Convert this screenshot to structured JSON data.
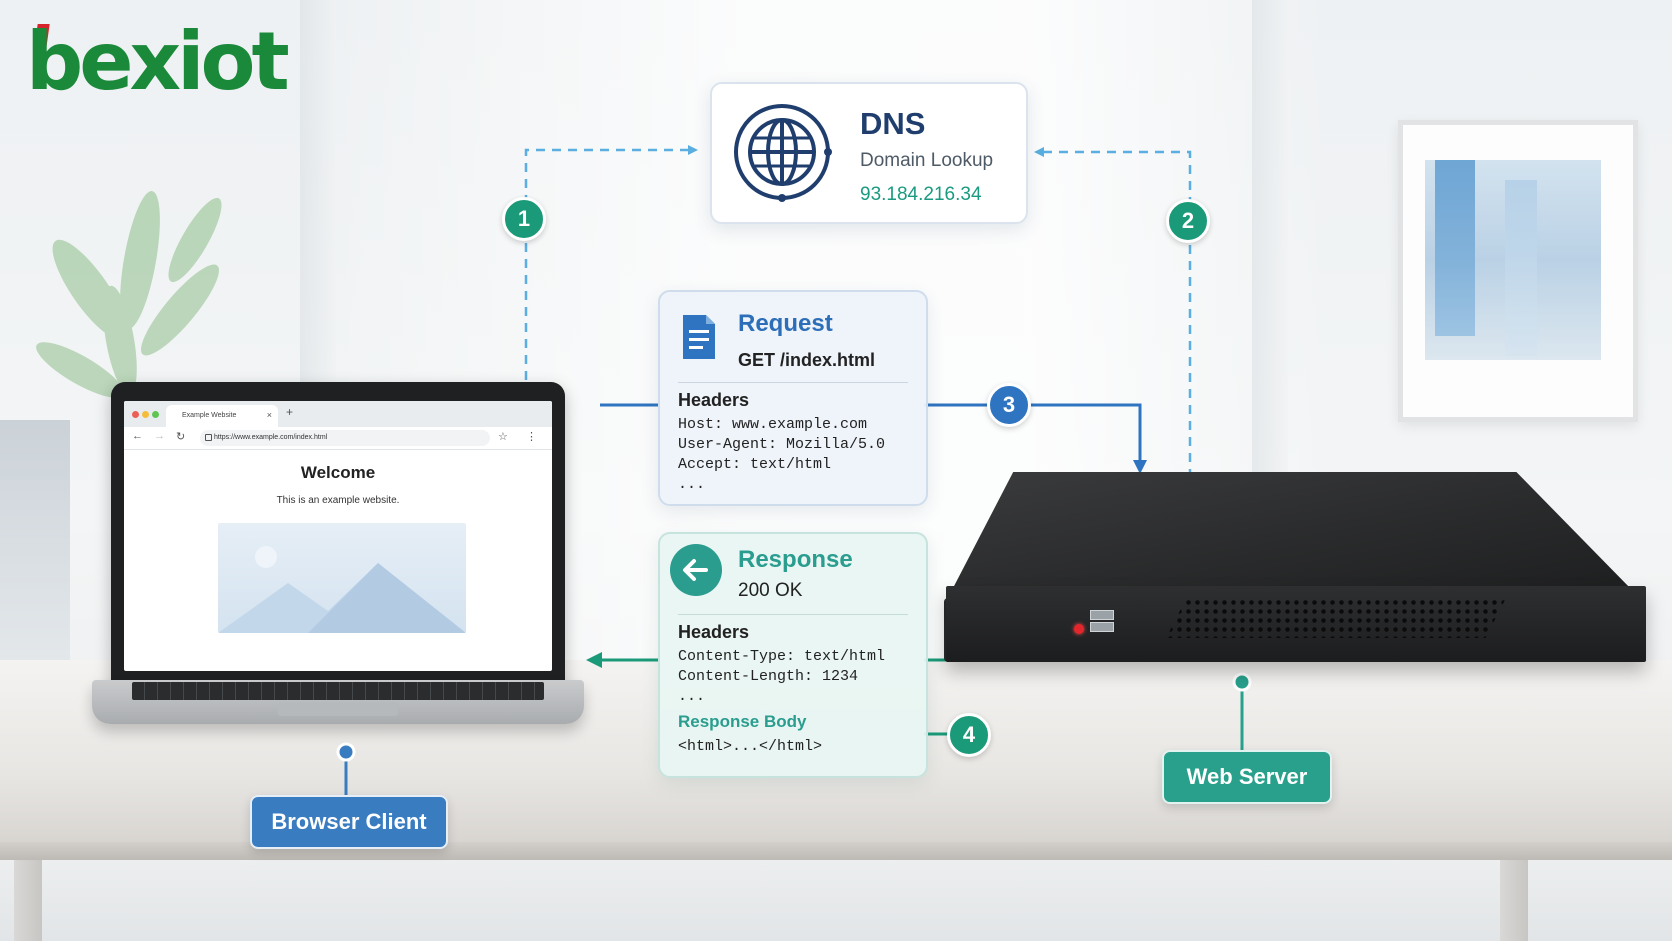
{
  "brand": {
    "logo_text": "bexiot"
  },
  "dns": {
    "title": "DNS",
    "subtitle": "Domain Lookup",
    "ip": "93.184.216.34"
  },
  "request": {
    "title": "Request",
    "line": "GET /index.html",
    "headers_label": "Headers",
    "headers": [
      "Host: www.example.com",
      "User-Agent: Mozilla/5.0",
      "Accept: text/html",
      "..."
    ]
  },
  "response": {
    "title": "Response",
    "status": "200 OK",
    "headers_label": "Headers",
    "headers": [
      "Content-Type: text/html",
      "Content-Length: 1234",
      "..."
    ],
    "body_label": "Response Body",
    "body": "<html>...</html>"
  },
  "steps": [
    "1",
    "2",
    "3",
    "4"
  ],
  "browser": {
    "tab_title": "Example Website",
    "url": "https://www.example.com/index.html",
    "page_heading": "Welcome",
    "page_text": "This is an example website."
  },
  "labels": {
    "client": "Browser Client",
    "server": "Web Server"
  },
  "colors": {
    "green": "#1a9a78",
    "blue": "#2f74c0",
    "dashed": "#5aaee0",
    "brand": "#1a8a3a"
  }
}
